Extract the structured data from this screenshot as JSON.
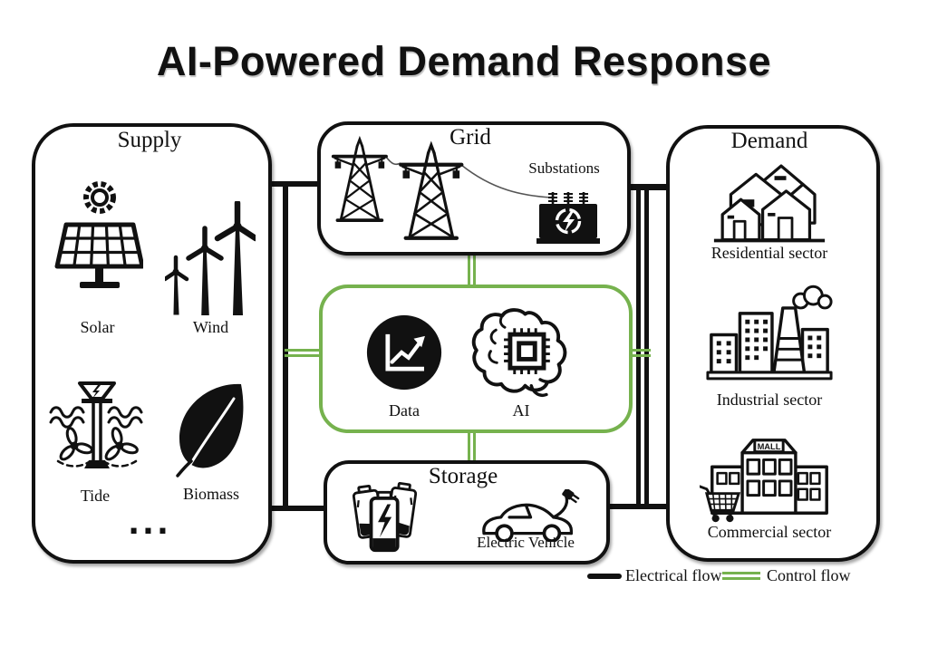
{
  "title": "AI-Powered Demand Response",
  "supply": {
    "title": "Supply",
    "solar_label": "Solar",
    "wind_label": "Wind",
    "tide_label": "Tide",
    "biomass_label": "Biomass",
    "more": "..."
  },
  "grid": {
    "title": "Grid",
    "substations_label": "Substations"
  },
  "control_center": {
    "data_label": "Data",
    "ai_label": "AI"
  },
  "storage": {
    "title": "Storage",
    "ev_label": "Electric Vehicle"
  },
  "demand": {
    "title": "Demand",
    "residential_label": "Residential sector",
    "industrial_label": "Industrial sector",
    "commercial_label": "Commercial sector",
    "mall_sign": "MALL"
  },
  "legend": {
    "electrical_label": "Electrical flow",
    "control_label": "Control flow"
  },
  "icons": [
    "sun-icon",
    "solar-panel-icon",
    "wind-turbines-icon",
    "tidal-power-icon",
    "biomass-leaf-icon",
    "transmission-tower-icon",
    "substation-icon",
    "data-chart-icon",
    "ai-brain-chip-icon",
    "batteries-icon",
    "electric-vehicle-icon",
    "residential-houses-icon",
    "industrial-factory-icon",
    "commercial-mall-icon",
    "shopping-cart-icon"
  ],
  "colors": {
    "electrical_flow": "#111111",
    "control_flow": "#76b24e",
    "ai_box_border": "#76b24e"
  }
}
